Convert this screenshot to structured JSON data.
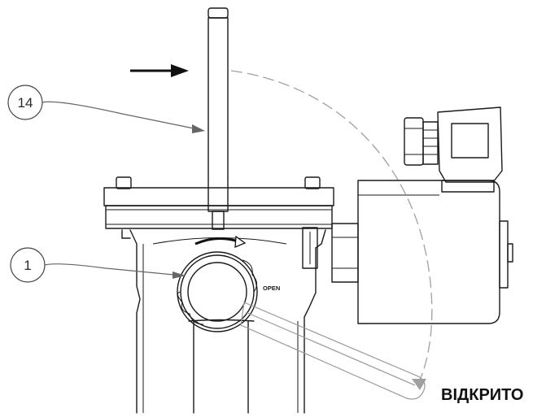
{
  "callouts": [
    {
      "number": "14"
    },
    {
      "number": "1"
    }
  ],
  "labels": {
    "open_text": "OPEN",
    "state_label": "ВІДКРИТО"
  },
  "colors": {
    "line": "#1a1a1a",
    "dashed_path": "#a0a0a0"
  }
}
